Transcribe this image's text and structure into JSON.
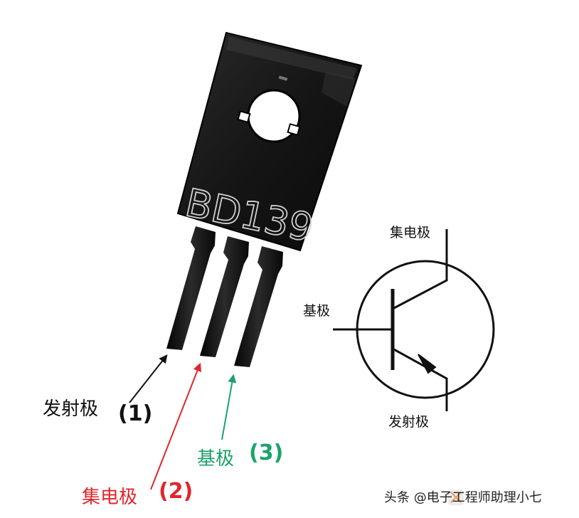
{
  "part_marking": "BD139",
  "pins": [
    {
      "name": "发射极",
      "number": "(1)",
      "color": "#111111"
    },
    {
      "name": "集电极",
      "number": "(2)",
      "color": "#e0262b"
    },
    {
      "name": "基极",
      "number": "(3)",
      "color": "#1aa36a"
    }
  ],
  "schematic": {
    "collector": "集电极",
    "base": "基极",
    "emitter": "发射极"
  },
  "watermark": "头条 @电子工程师助理小七"
}
